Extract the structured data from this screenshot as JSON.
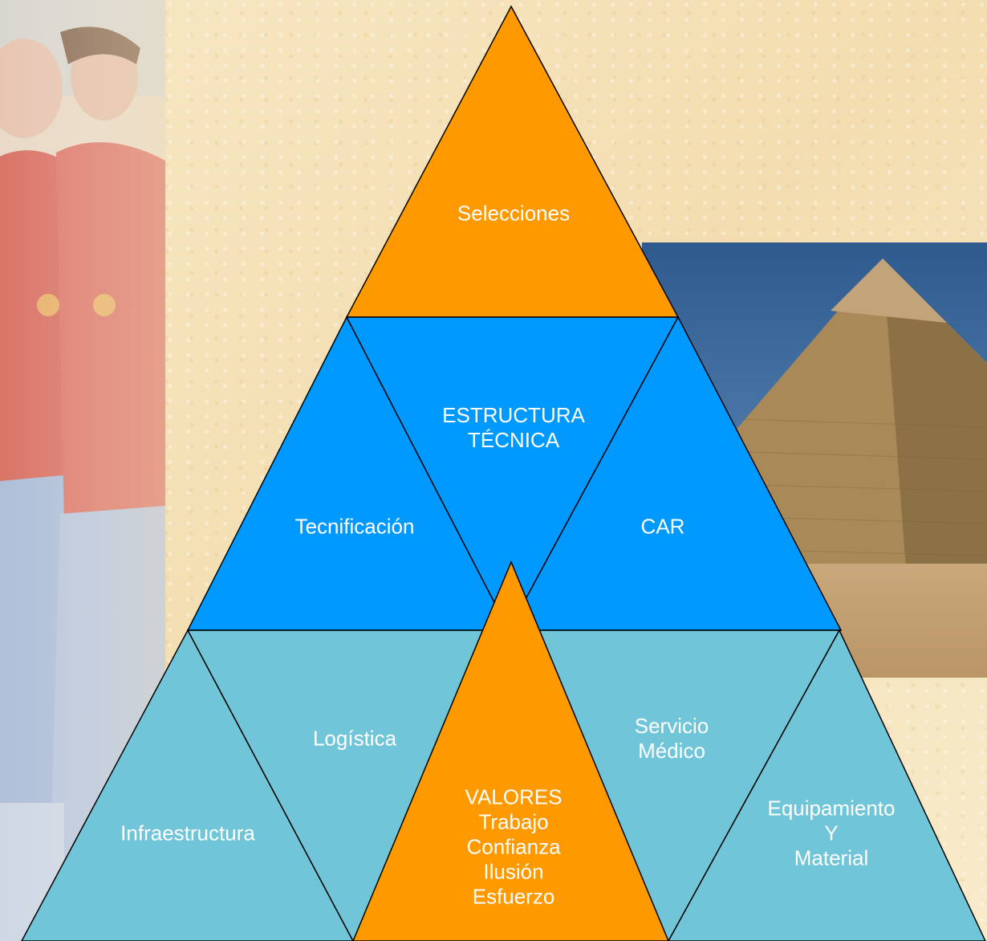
{
  "colors": {
    "orange": "#fe9900",
    "blue": "#0099ff",
    "teal": "#70c5d8",
    "outline": "#000000",
    "text": "#ffffff"
  },
  "diagram": {
    "top": {
      "label": "Selecciones"
    },
    "middle": {
      "center": {
        "label": "ESTRUCTURA\nTÉCNICA"
      },
      "left": {
        "label": "Tecnificación"
      },
      "right": {
        "label": "CAR"
      }
    },
    "bottom": {
      "left_outer": {
        "label": "Infraestructura"
      },
      "left_inner": {
        "label": "Logística"
      },
      "center": {
        "label": "VALORES\nTrabajo\nConfianza\nIlusión\nEsfuerzo"
      },
      "right_inner": {
        "label": "Servicio\nMédico"
      },
      "right_outer": {
        "label": "Equipamiento\nY\nMaterial"
      }
    }
  },
  "images": {
    "left_photo": "faded-football-players-photo",
    "right_photo": "egyptian-pyramid-photo"
  }
}
